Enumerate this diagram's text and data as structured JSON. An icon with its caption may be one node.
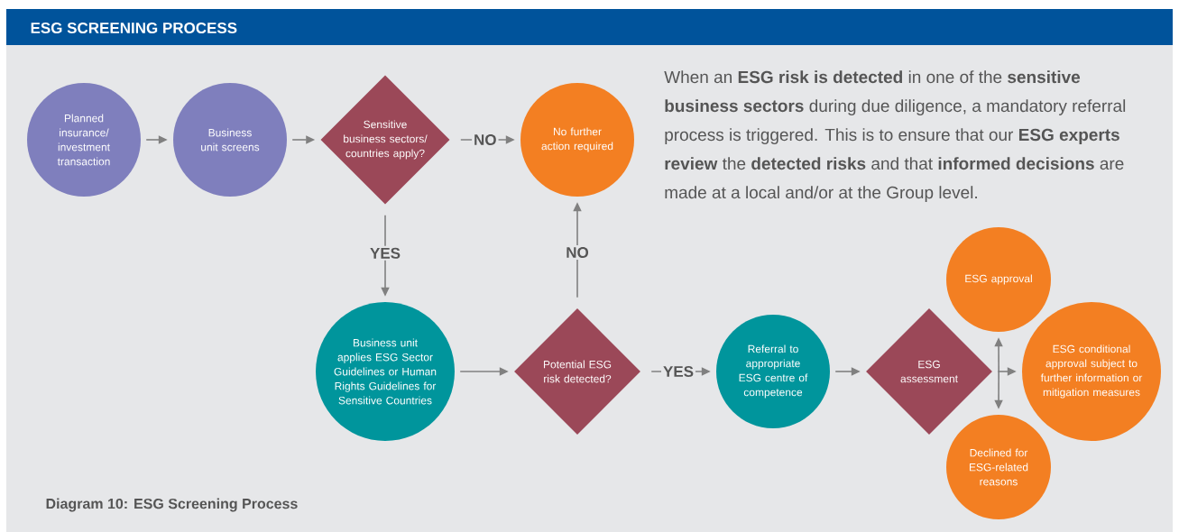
{
  "diagram": {
    "title": "ESG SCREENING PROCESS",
    "caption": "Diagram 10: ESG Screening Process",
    "nodes": [
      {
        "text": [
          "Planned insurance/ investment transaction"
        ]
      },
      {
        "text": [
          "Business unit screens"
        ]
      },
      {
        "text": [
          "Sensitive business sectors/ countries apply?"
        ]
      },
      {
        "text": [
          "No further action required"
        ]
      },
      {
        "text": [
          "Business unit applies ESG Sector Guidelines or Human Rights Guidelines for Sensitive Countries"
        ]
      },
      {
        "text": [
          "Potential ESG risk detected?"
        ]
      },
      {
        "text": [
          "Referral to appropriate ESG centre of competence"
        ]
      },
      {
        "text": [
          "ESG assessment"
        ]
      },
      {
        "text": [
          "ESG approval"
        ]
      },
      {
        "text": [
          "ESG conditional approval subject to further information or mitigation measures"
        ]
      },
      {
        "text": [
          "Declined for ESG-related reasons"
        ]
      }
    ],
    "edges": [
      {
        "from": 0,
        "to": 1,
        "arrow": "to"
      },
      {
        "from": 1,
        "to": 2,
        "arrow": "to"
      },
      {
        "from": 2,
        "to": 3,
        "arrow": "to",
        "label": "NO"
      },
      {
        "from": 2,
        "to": 4,
        "arrow": "to",
        "label": "YES"
      },
      {
        "from": 4,
        "to": 5,
        "arrow": "to"
      },
      {
        "from": 5,
        "to": 3,
        "arrow": "to",
        "label": "NO"
      },
      {
        "from": 5,
        "to": 6,
        "arrow": "to",
        "label": "YES"
      },
      {
        "from": 6,
        "to": 7,
        "arrow": "to"
      },
      {
        "from": 7,
        "to": 8,
        "arrow": "to"
      },
      {
        "from": 7,
        "to": 9,
        "arrow": "to"
      },
      {
        "from": 7,
        "to": 10,
        "arrow": "to"
      }
    ],
    "labels": [
      "When an **ESG risk is detected** in one of the **sensitive business sectors** during due diligence, a mandatory referral process is triggered. This is to ensure that our **ESG experts review** the **detected risks** and that **informed decisions** are made at a local and/or at the Group level."
    ]
  }
}
